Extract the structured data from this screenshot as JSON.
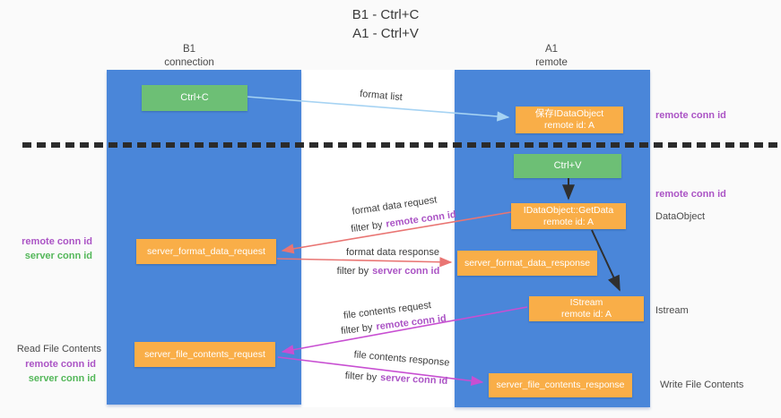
{
  "title": {
    "line1": "B1 - Ctrl+C",
    "line2": "A1 - Ctrl+V"
  },
  "columns": {
    "left": {
      "name": "B1",
      "role": "connection"
    },
    "right": {
      "name": "A1",
      "role": "remote"
    }
  },
  "nodes": {
    "ctrl_c": {
      "label": "Ctrl+C"
    },
    "ctrl_v": {
      "label": "Ctrl+V"
    },
    "save_dataobject": {
      "line1": "保存IDataObject",
      "line2": "remote id: A"
    },
    "getdata": {
      "line1": "IDataObject::GetData",
      "line2": "remote id: A"
    },
    "format_request": {
      "label": "server_format_data_request"
    },
    "format_response": {
      "label": "server_format_data_response"
    },
    "istream": {
      "line1": "IStream",
      "line2": "remote id: A"
    },
    "file_request": {
      "label": "server_file_contents_request"
    },
    "file_response": {
      "label": "server_file_contents_response"
    }
  },
  "edge_labels": {
    "format_list": "format list",
    "format_data_request": "format data request",
    "format_data_response": "format data response",
    "file_contents_request": "file contents request",
    "file_contents_response": "file contents response",
    "filter_by": "filter by",
    "remote_conn_id": "remote conn id",
    "server_conn_id": "server conn id"
  },
  "side_labels": {
    "remote_conn_id": "remote conn id",
    "server_conn_id": "server conn id",
    "dataobject": "DataObject",
    "istream": "Istream",
    "read_file_contents": "Read File Contents",
    "write_file_contents": "Write File Contents"
  },
  "colors": {
    "column_blue": "#4a86d9",
    "box_orange": "#f9ae48",
    "box_green": "#6dbf75",
    "arrow_light_blue": "#a6d3f3",
    "arrow_red": "#e97573",
    "arrow_magenta": "#c84fd2",
    "arrow_black": "#2f2f2f",
    "text_purple": "#ab54c5",
    "text_green": "#53b759"
  }
}
